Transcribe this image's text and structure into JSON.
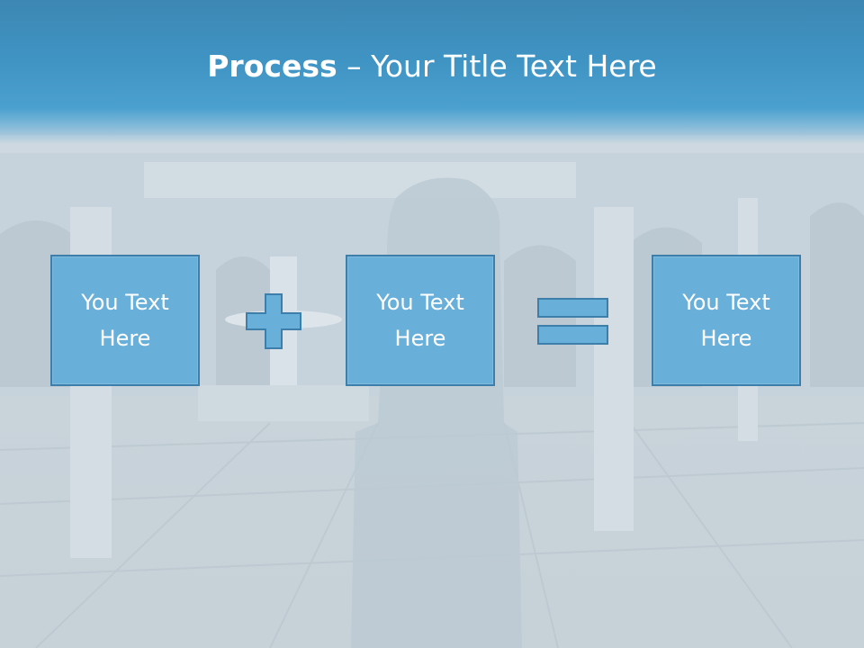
{
  "slide": {
    "title_bold": "Process",
    "title_rest": " – Your Title Text Here"
  },
  "process": {
    "boxes": [
      {
        "label": "You Text Here"
      },
      {
        "label": "You Text Here"
      },
      {
        "label": "You Text Here"
      }
    ],
    "operators": [
      "plus-icon",
      "equals-icon"
    ]
  },
  "colors": {
    "header": "#3f93c3",
    "box_fill": "#68afd9",
    "box_border": "#3d7faa",
    "text": "#ffffff"
  }
}
